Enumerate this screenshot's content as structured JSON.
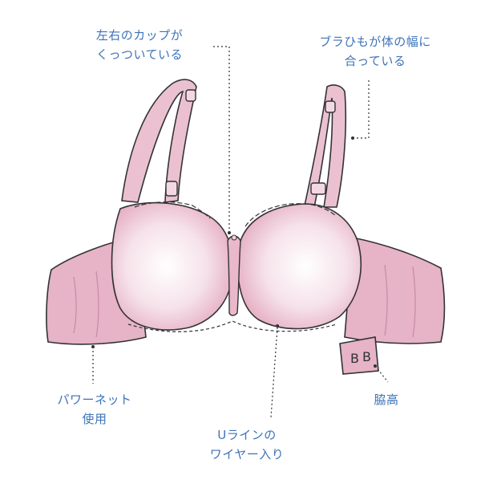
{
  "colors": {
    "label_text": "#3d73b8",
    "fabric": "#e8b9ca",
    "fabric_light": "#f6e4ec",
    "fabric_dark": "#d9a3b8",
    "outline": "#333333"
  },
  "labels": {
    "cups": {
      "line1": "左右のカップが",
      "line2": "くっついている"
    },
    "straps": {
      "line1": "ブラひもが体の幅に",
      "line2": "合っている"
    },
    "power_net": {
      "line1": "パワーネット",
      "line2": "使用"
    },
    "u_wire": {
      "line1": "Uラインの",
      "line2": "ワイヤー入り"
    },
    "side_height": {
      "line1": "脇高"
    }
  }
}
